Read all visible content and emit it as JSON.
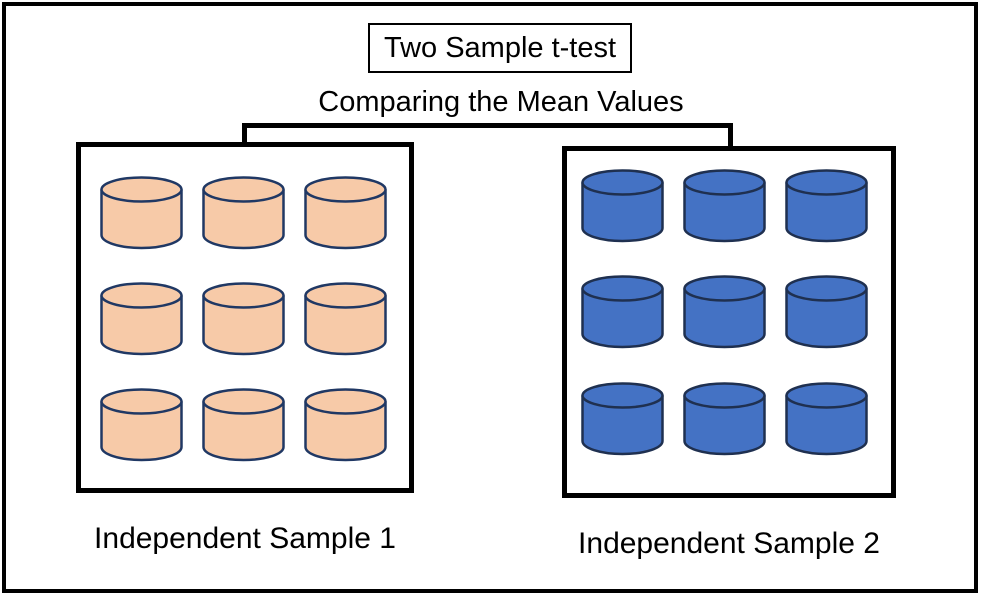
{
  "page": {
    "title": "Two Sample t-test",
    "subtitle": "Comparing the Mean Values"
  },
  "samples": [
    {
      "label": "Independent Sample 1",
      "cylinder_count": 9,
      "grid": {
        "rows": 3,
        "cols": 3
      },
      "cylinder_fill": "#F7CAA8",
      "cylinder_stroke": "#203864"
    },
    {
      "label": "Independent Sample 2",
      "cylinder_count": 9,
      "grid": {
        "rows": 3,
        "cols": 3
      },
      "cylinder_fill": "#4472C4",
      "cylinder_stroke": "#1F3050"
    }
  ],
  "colors": {
    "frame_border": "#000000",
    "background": "#FFFFFF",
    "text": "#000000"
  }
}
